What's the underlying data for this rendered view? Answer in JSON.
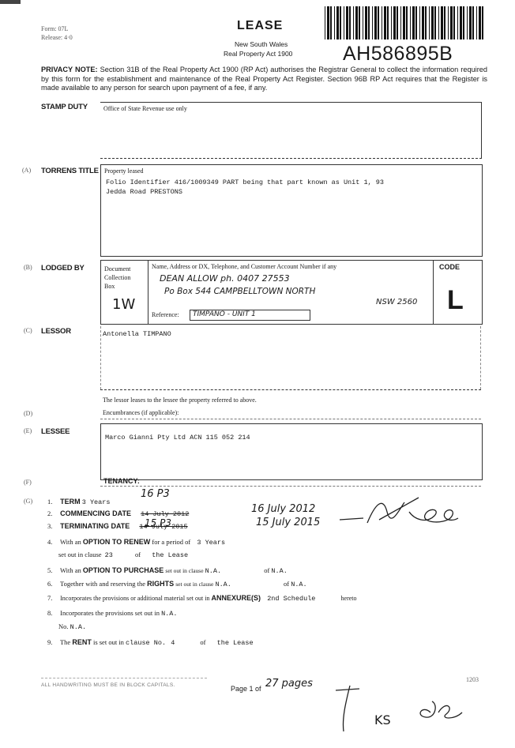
{
  "header": {
    "form_line": "Form: 07L",
    "release_line": "Release: 4·0",
    "title": "LEASE",
    "subtitle1": "New South Wales",
    "subtitle2": "Real Property Act 1900",
    "doc_number": "AH586895B"
  },
  "privacy": {
    "label": "PRIVACY NOTE:",
    "text": "Section 31B of the Real Property Act 1900 (RP Act) authorises the Registrar General to collect the information required by this form for the establishment and maintenance of the Real Property Act Register. Section 96B RP Act requires that the Register is made available to any person for search upon payment of a fee, if any."
  },
  "stamp_duty": {
    "label": "STAMP DUTY",
    "note": "Office of State Revenue use only"
  },
  "torrens": {
    "marker": "(A)",
    "label": "TORRENS TITLE",
    "heading": "Property leased",
    "text1": "Folio Identifier 416/1009349 PART being that part known as Unit 1, 93",
    "text2": "Jedda Road PRESTONS"
  },
  "lodged": {
    "marker": "(B)",
    "label": "LODGED BY",
    "col1": "Document",
    "col2": "Collection",
    "col3": "Box",
    "box_code": "1W",
    "name_label": "Name, Address or DX, Telephone, and Customer Account Number if any",
    "hw_line1": "DEAN ALLOW  ph. 0407 27553",
    "hw_line2": "Po Box 544    CAMPBELLTOWN NORTH",
    "hw_line3": "NSW 2560",
    "reference_label": "Reference:",
    "reference_value": "TIMPANO - UNIT 1",
    "code_label": "CODE",
    "code_value": "L"
  },
  "lessor": {
    "marker": "(C)",
    "label": "LESSOR",
    "name": "Antonella TIMPANO"
  },
  "lease_text": "The lessor leases to the lessee the property referred to above.",
  "encumbrances": {
    "marker": "(D)",
    "text": "Encumbrances (if applicable):"
  },
  "lessee": {
    "marker": "(E)",
    "label": "LESSEE",
    "name": "Marco Gianni Pty Ltd ACN 115 052 214"
  },
  "tenancy": {
    "marker": "(F)",
    "label": "TENANCY:"
  },
  "terms": {
    "marker": "(G)",
    "n1": "1.",
    "term_label": "TERM",
    "term_value": "3 Years",
    "hw_term": "16 P3",
    "n2": "2.",
    "commencing_label": "COMMENCING DATE",
    "commencing_value": "14 July 2012",
    "hw_commencing": "16 July 2012",
    "n3": "3.",
    "terminating_label": "TERMINATING DATE",
    "terminating_value": "14 July 2015",
    "hw_terminating": "15 July 2015",
    "hw_terminating_above": "15 P3",
    "n4": "4.",
    "renew_prefix": "With an",
    "renew_label": "OPTION TO RENEW",
    "renew_mid": "for a period of",
    "renew_value": "3 Years",
    "renew_line2_prefix": "set out in clause",
    "renew_clause": "23",
    "renew_of": "of",
    "renew_the_lease": "the Lease",
    "n5": "5.",
    "purchase_prefix": "With an",
    "purchase_label": "OPTION TO PURCHASE",
    "purchase_mid": "set out in clause",
    "purchase_value": "N.A.",
    "purchase_of": "of",
    "purchase_value2": "N.A.",
    "n6": "6.",
    "rights_prefix": "Together with and reserving the",
    "rights_label": "RIGHTS",
    "rights_mid": "set out in clause",
    "rights_value": "N.A.",
    "rights_of": "of",
    "rights_value2": "N.A.",
    "n7": "7.",
    "annexure_prefix": "Incorporates the provisions or additional material set out in",
    "annexure_label": "ANNEXURE(S)",
    "annexure_value": "2nd Schedule",
    "annexure_suffix": "hereto",
    "n8": "8.",
    "provisions_prefix": "Incorporates the provisions set out in",
    "provisions_value": "N.A.",
    "no_label": "No.",
    "no_value": "N.A.",
    "n9": "9.",
    "rent_prefix": "The",
    "rent_label": "RENT",
    "rent_mid": "is set out in",
    "rent_clause": "clause No.",
    "rent_num": "4",
    "rent_of": "of",
    "rent_the_lease": "the Lease"
  },
  "footer": {
    "caps_note": "ALL HANDWRITING MUST BE IN BLOCK CAPITALS.",
    "page_label": "Page 1 of",
    "hw_page": "27 pages",
    "code": "1203",
    "initials": "KS"
  }
}
